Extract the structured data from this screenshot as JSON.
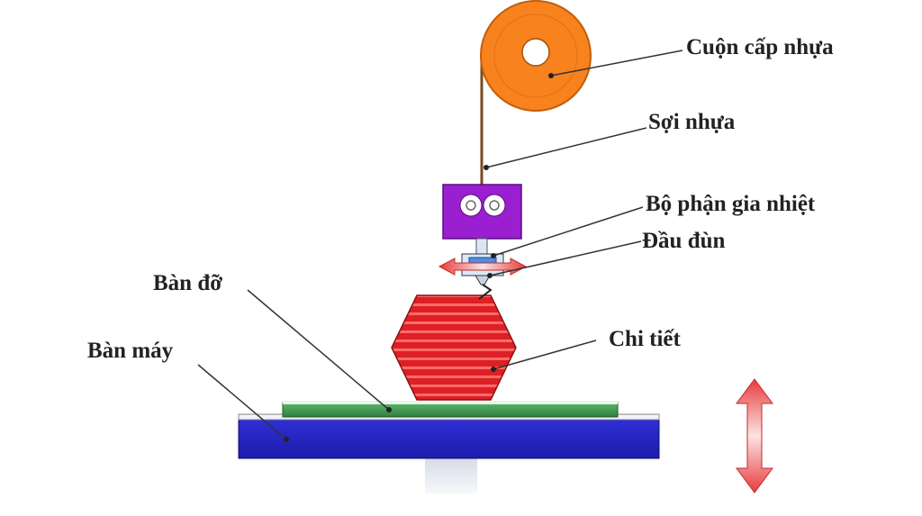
{
  "labels": {
    "spool": "Cuộn cấp nhựa",
    "filament": "Sợi nhựa",
    "heater": "Bộ phận gia nhiệt",
    "nozzle": "Đầu đùn",
    "build_plate": "Bàn đỡ",
    "machine_bed": "Bàn máy",
    "part": "Chi tiết"
  },
  "colors": {
    "spool": "#f7821e",
    "drive": "#9a1fd0",
    "nozzle": "#4a8fe0",
    "part": "#dd1f26",
    "build_plate": "#3f9a52",
    "machine_bed": "#2626c8",
    "arrow": "#e83c3c",
    "leader": "#333333"
  },
  "icons": [
    "spool-icon",
    "drive-gear-icon",
    "vertical-arrow-icon",
    "horizontal-arrow-icon"
  ]
}
